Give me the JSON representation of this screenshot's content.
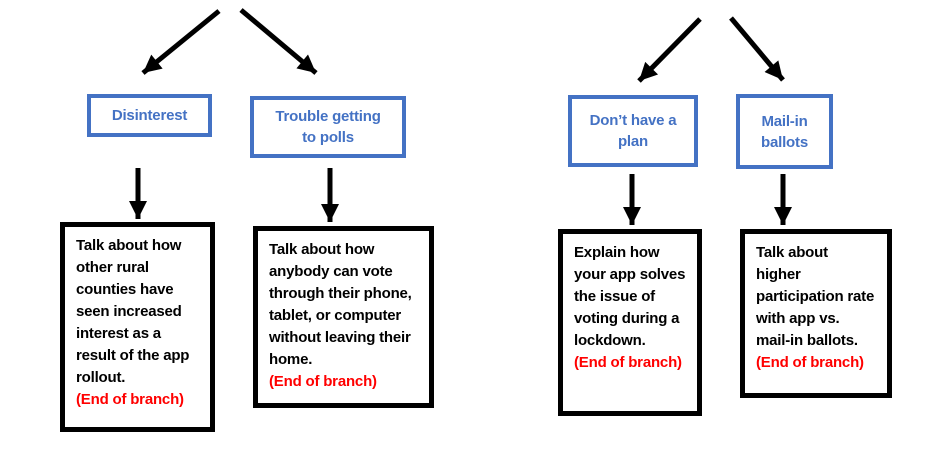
{
  "diagram": {
    "type": "flowchart",
    "background_color": "#ffffff",
    "colors": {
      "branch_box_blue": "#4472c4",
      "connector_black": "#000000",
      "end_of_branch_red": "#ff0000"
    },
    "branches": [
      {
        "label": "Disinterest",
        "detail": "Talk about how other rural counties have seen increased interest as a result of the app rollout.",
        "end_note": "(End of branch)"
      },
      {
        "label": "Trouble getting to polls",
        "detail": "Talk about how anybody can vote through their phone, tablet, or computer without leaving their home.",
        "end_note": "(End of branch)"
      },
      {
        "label": "Don’t have a plan",
        "detail": "Explain how your app solves the issue of voting during a lockdown.",
        "end_note": "(End of branch)"
      },
      {
        "label": "Mail-in ballots",
        "detail": "Talk about higher participation rate with app vs. mail-in ballots.",
        "end_note": "(End of branch)"
      }
    ]
  }
}
